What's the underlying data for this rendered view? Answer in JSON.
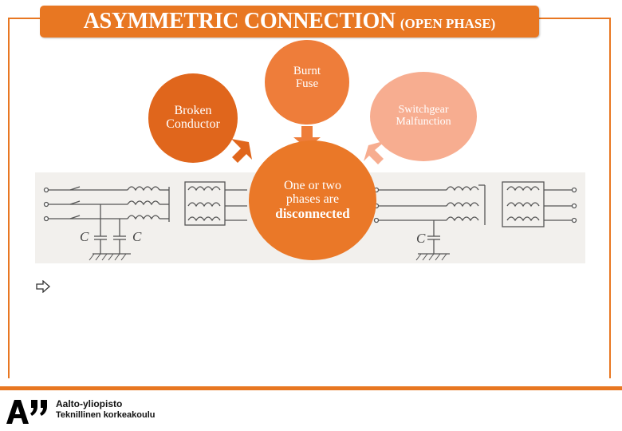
{
  "title": {
    "main": "ASYMMETRIC CONNECTION",
    "sub": "(OPEN PHASE)"
  },
  "causes": {
    "fuse": "Burnt\nFuse",
    "broken": "Broken\nConductor",
    "switchgear": "Switchgear\nMalfunction"
  },
  "effect": {
    "line1": "One or two",
    "line2": "phases are",
    "emphasis": "disconnected"
  },
  "schematic": {
    "capacitor_label": "C"
  },
  "footer": {
    "org_line1": "Aalto-yliopisto",
    "org_line2": "Teknillinen korkeakoulu"
  },
  "colors": {
    "accent": "#e87722",
    "broken": "#e0661c",
    "fuse": "#ee7d3a",
    "switchgear": "#f7ad90",
    "effect": "#ea7828"
  }
}
